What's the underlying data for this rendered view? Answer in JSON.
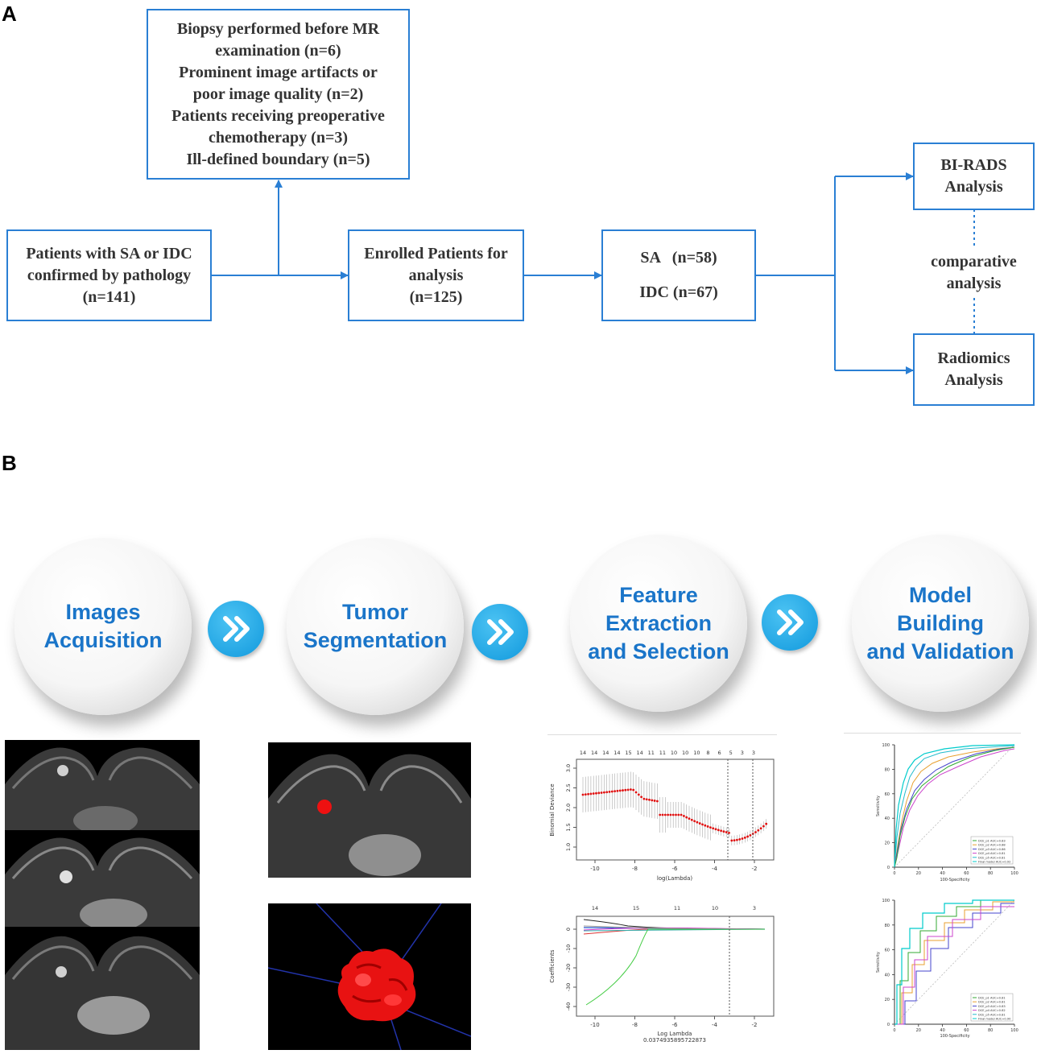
{
  "panelA": {
    "label": "A",
    "exclusion": {
      "lines": [
        "Biopsy performed before MR",
        "examination (n=6)",
        "Prominent image artifacts or",
        "poor image quality (n=2)",
        "Patients receiving preoperative",
        "chemotherapy (n=3)",
        "Ill-defined boundary (n=5)"
      ]
    },
    "patients": {
      "lines": [
        "Patients with SA or IDC",
        "confirmed by pathology",
        "(n=141)"
      ]
    },
    "enrolled": {
      "lines": [
        "Enrolled Patients for",
        "analysis",
        "(n=125)"
      ]
    },
    "groups": {
      "sa": "SA   (n=58)",
      "idc": "IDC (n=67)"
    },
    "birads": {
      "lines": [
        "BI-RADS",
        "Analysis"
      ]
    },
    "comparative": {
      "lines": [
        "comparative",
        "analysis"
      ]
    },
    "radiomics": {
      "lines": [
        "Radiomics",
        "Analysis"
      ]
    },
    "colors": {
      "box_border": "#2a7fd4",
      "arrow": "#2a7fd4"
    }
  },
  "panelB": {
    "label": "B",
    "steps": [
      {
        "lines": [
          "Images",
          "Acquisition"
        ]
      },
      {
        "lines": [
          "Tumor",
          "Segmentation"
        ]
      },
      {
        "lines": [
          "Feature",
          "Extraction",
          "and Selection"
        ]
      },
      {
        "lines": [
          "Model",
          "Building",
          "and Validation"
        ]
      }
    ],
    "lasso_deviance": {
      "top_ticks": [
        "14",
        "14",
        "14",
        "14",
        "15",
        "14",
        "11",
        "11",
        "10",
        "10",
        "10",
        "8",
        "6",
        "5",
        "3",
        "3"
      ],
      "xticks": [
        "-10",
        "-8",
        "-6",
        "-4",
        "-2"
      ],
      "yticks": [
        "3.0",
        "2.5",
        "2.0",
        "1.5",
        "1.0"
      ],
      "xlabel": "log(Lambda)",
      "ylabel": "Binomial Deviance"
    },
    "lasso_coef": {
      "top_ticks": [
        "14",
        "15",
        "11",
        "10",
        "3"
      ],
      "xticks": [
        "-10",
        "-8",
        "-6",
        "-4",
        "-2"
      ],
      "yticks": [
        "0",
        "-10",
        "-20",
        "-30",
        "-40"
      ],
      "xlabel": "Log Lambda",
      "sublabel": "0.0374935895722873",
      "ylabel": "Coefficients"
    },
    "roc_train": {
      "xlabel": "100-Specificity",
      "ylabel": "Sensitivity",
      "ticks": [
        "0",
        "20",
        "40",
        "60",
        "80",
        "100"
      ],
      "legend": [
        "DCE_p1    AUC=0.83",
        "DCE_p2    AUC=0.88",
        "DCE_p3    AUC=0.86",
        "DCE_p4    AUC=0.81",
        "DCE_p5    AUC=0.81",
        "Final model AUC=0.92"
      ]
    },
    "roc_test": {
      "xlabel": "100-Specificity",
      "ylabel": "Sensitivity",
      "ticks": [
        "0",
        "20",
        "40",
        "60",
        "80",
        "100"
      ],
      "legend": [
        "DCE_p1    AUC=0.81",
        "DCE_p2    AUC=0.81",
        "DCE_p3    AUC=0.83",
        "DCE_p4    AUC=0.82",
        "DCE_p5    AUC=0.81",
        "Final model AUC=0.90"
      ]
    }
  }
}
